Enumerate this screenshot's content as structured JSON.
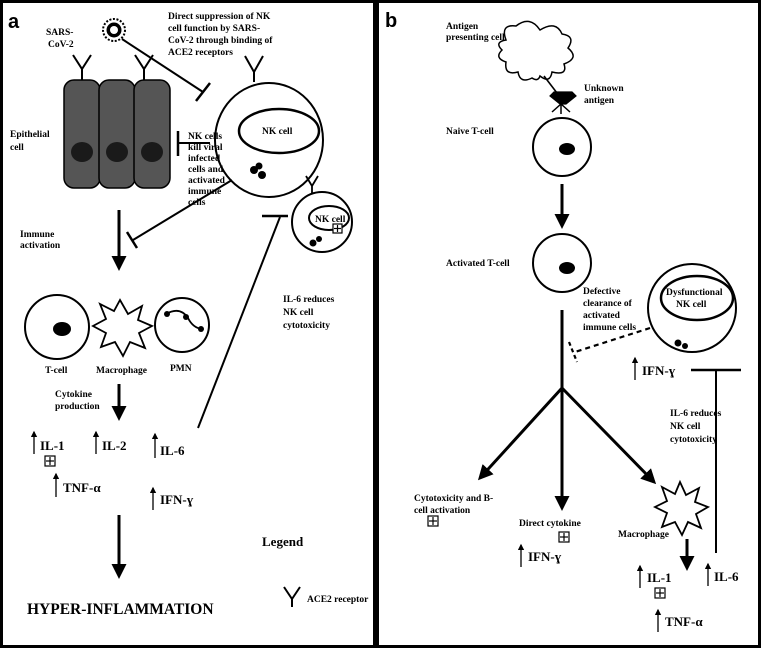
{
  "panel_a": {
    "letter": "a",
    "virus": [
      "SARS-",
      "CoV-2"
    ],
    "direct_suppression": [
      "Direct suppression of NK",
      "cell function by SARS-",
      "CoV-2 through binding of",
      "ACE2 receptors"
    ],
    "epithelial": [
      "Epithelial",
      "cell"
    ],
    "nk_cell": "NK cell",
    "nk_kill": [
      "NK cells",
      "kill viral",
      "infected",
      "cells and",
      "activated",
      "immune",
      "cells"
    ],
    "nk_cell_small": "NK cell",
    "immune_activation": [
      "Immune",
      "activation"
    ],
    "il6_reduces": [
      "IL-6 reduces",
      "NK cell",
      "cytotoxicity"
    ],
    "cells": {
      "tcell": "T-cell",
      "macrophage": "Macrophage",
      "pmn": "PMN"
    },
    "cytokine": [
      "Cytokine",
      "production"
    ],
    "il1": "IL-1",
    "il2": "IL-2",
    "il6": "IL-6",
    "tnf": "TNF-α",
    "ifn": "IFN-ɣ",
    "legend": "Legend",
    "ace2": "ACE2 receptor",
    "hyper": "HYPER-INFLAMMATION"
  },
  "panel_b": {
    "letter": "b",
    "apc": [
      "Antigen",
      "presenting cell"
    ],
    "unknown_antigen": [
      "Unknown",
      "antigen"
    ],
    "naive": "Naive T-cell",
    "activated": "Activated T-cell",
    "defective": [
      "Defective",
      "clearance of",
      "activated",
      "immune cells"
    ],
    "dysfunctional": [
      "Dysfunctional",
      "NK cell"
    ],
    "ifn": "IFN-ɣ",
    "il6_reduces": [
      "IL-6 reduces",
      "NK cell",
      "cytotoxicity"
    ],
    "cytotox": [
      "Cytotoxicity and B-",
      "cell activation"
    ],
    "direct_cytokine": "Direct cytokine",
    "ifn2": "IFN-ɣ",
    "macrophage": "Macrophage",
    "il1": "IL-1",
    "tnf": "TNF-α",
    "il6": "IL-6"
  }
}
